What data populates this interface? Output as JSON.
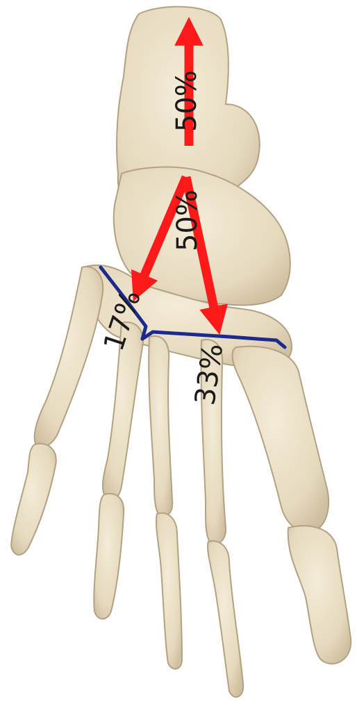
{
  "labels": {
    "calcaneus_load": "50%",
    "talus_load": "50%",
    "lateral_metatarsal_load": "17%",
    "medial_metatarsal_load": "33%"
  },
  "colors": {
    "bone_fill": "#ede2c8",
    "bone_shadow": "#cdbf9f",
    "bone_outline": "#b2a283",
    "arrow": "#ff1a1a",
    "joint_line": "#1b2a8c",
    "label_text": "#1a1a1a",
    "background": "#ffffff"
  }
}
